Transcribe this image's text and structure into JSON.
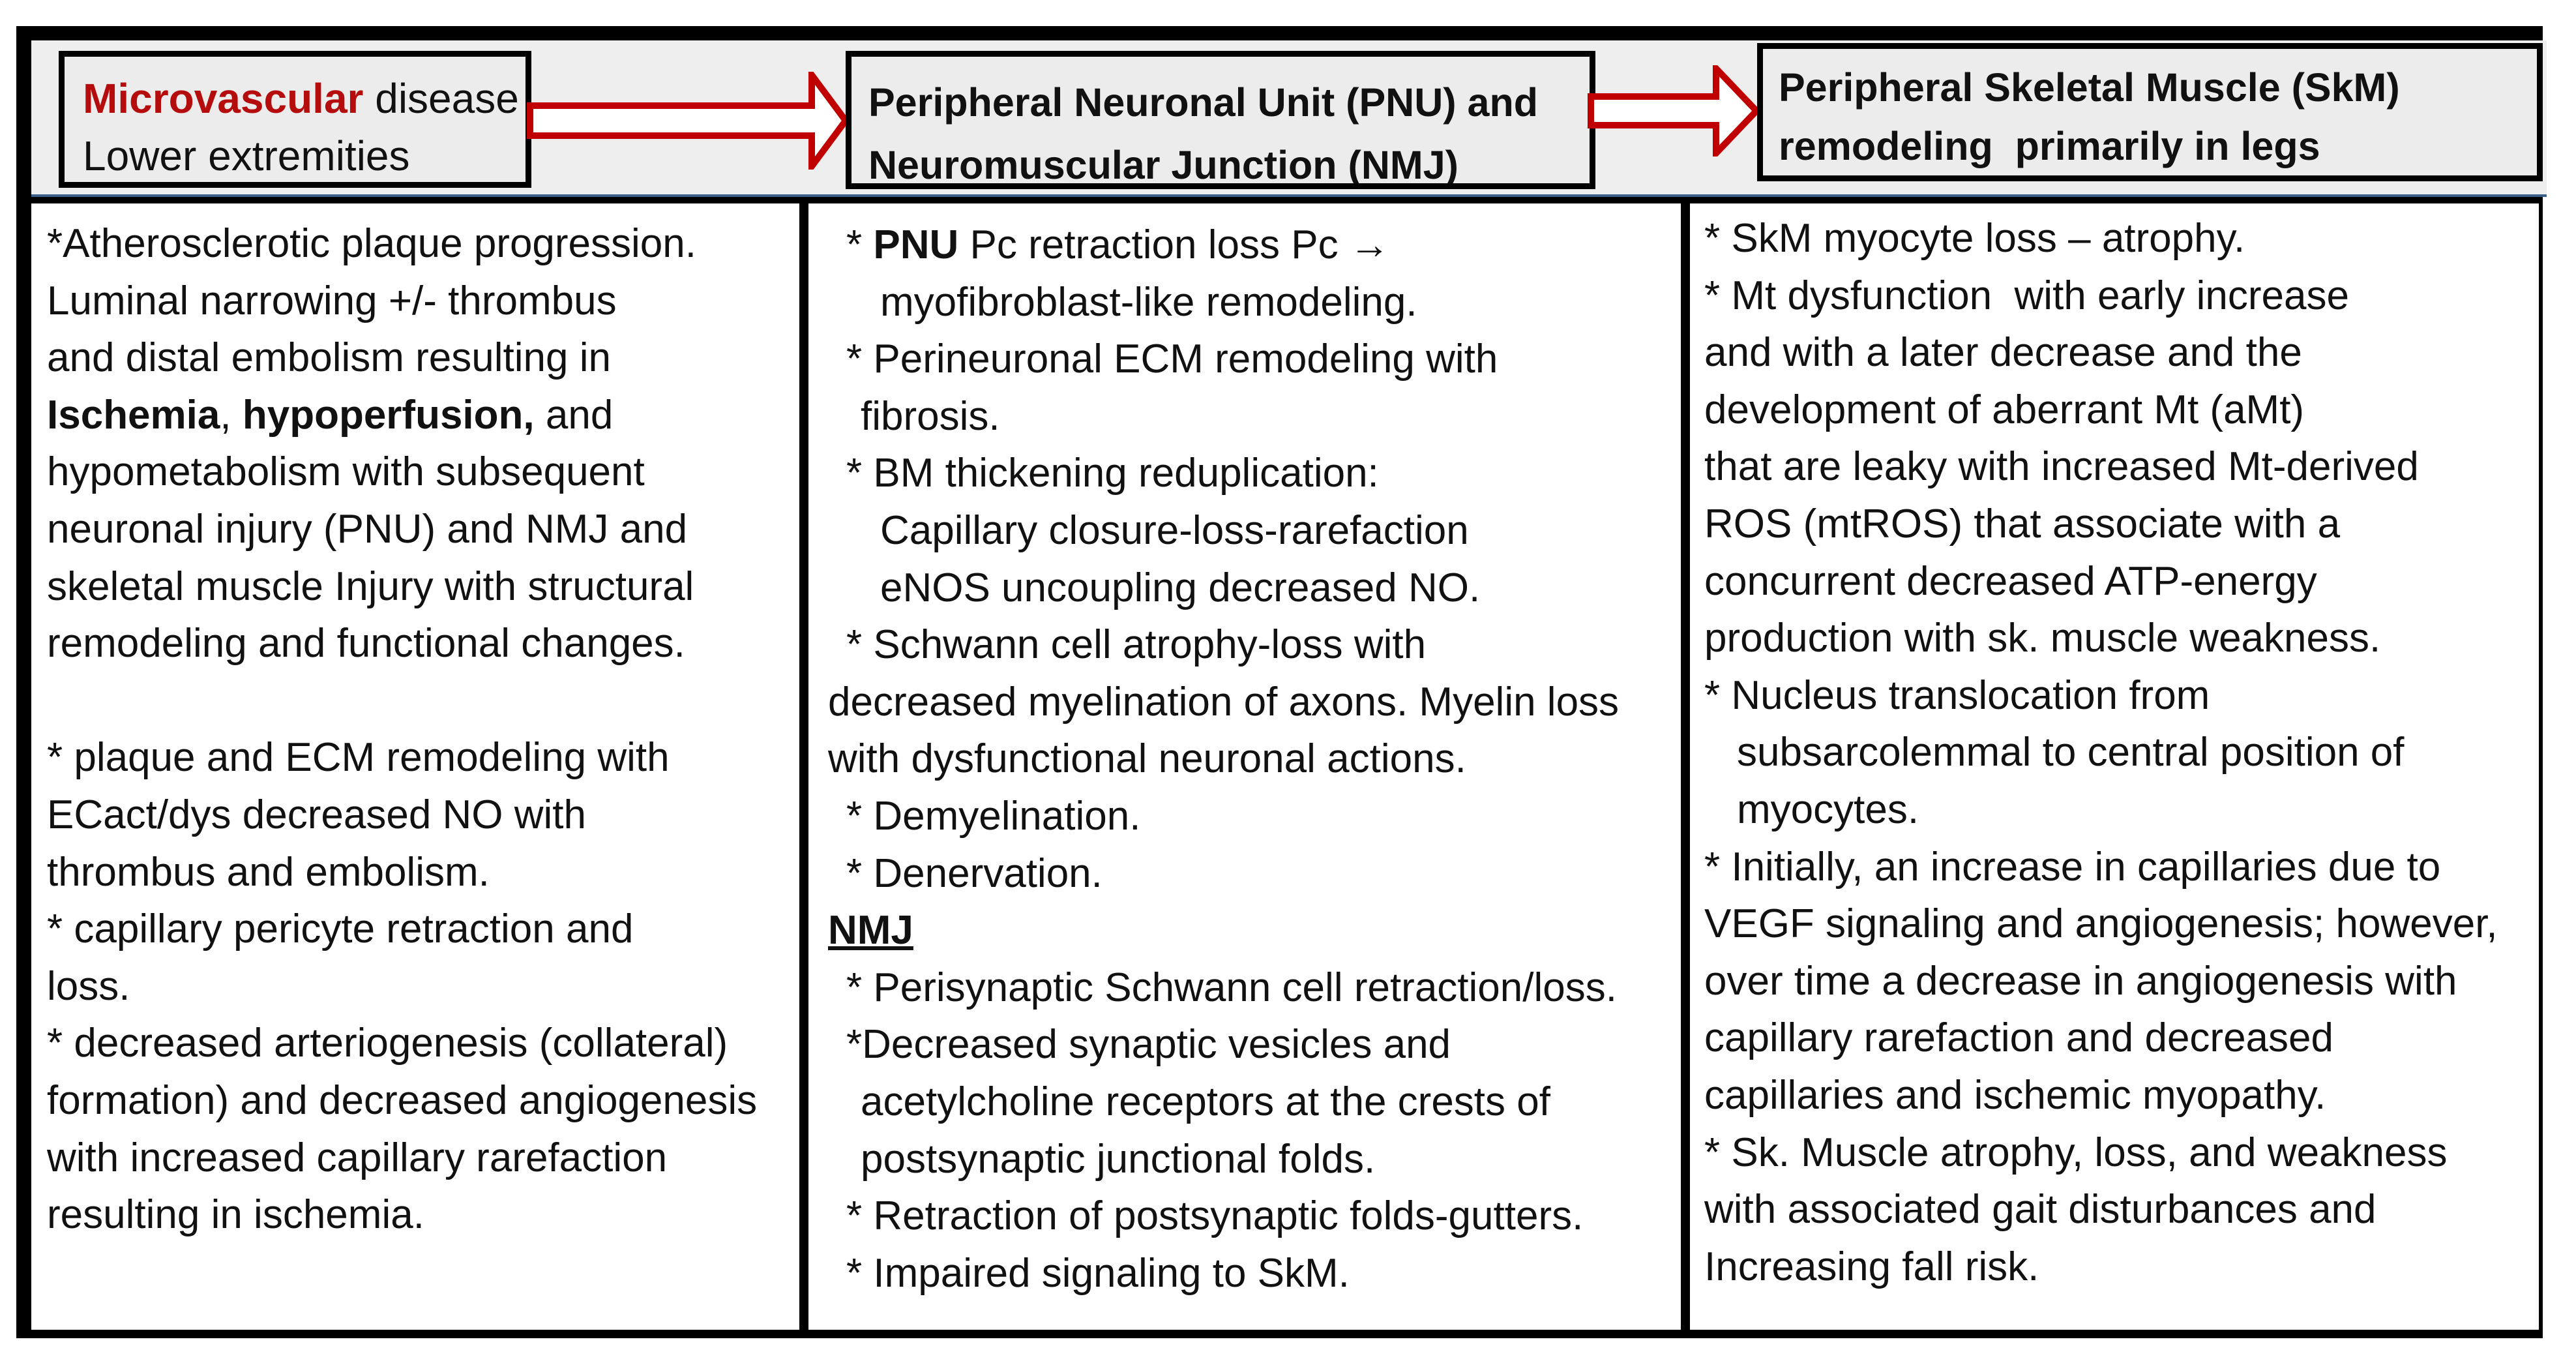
{
  "header": {
    "box1": {
      "red": "Microvascular",
      "rest": " disease",
      "line2": "Lower extremities"
    },
    "box2": {
      "line1": "Peripheral Neuronal Unit (PNU) and",
      "line2": "Neuromuscular Junction (NMJ)"
    },
    "box3": {
      "line1": "Peripheral Skeletal Muscle (SkM)",
      "line2": "remodeling  primarily in legs"
    },
    "arrow_color": "#c00000"
  },
  "col1": {
    "l1": "*Atherosclerotic plaque progression.",
    "l2": "Luminal narrowing +/- thrombus",
    "l3": "and distal embolism resulting in",
    "l4_b1": "Ischemia",
    "l4_t1": ", ",
    "l4_b2": "hypoperfusion,",
    "l4_t2": " and",
    "l5": "hypometabolism with subsequent",
    "l6": "neuronal injury (PNU) and NMJ and",
    "l7": "skeletal muscle Injury with structural",
    "l8": "remodeling and functional changes.",
    "l9": "* plaque and ECM remodeling with",
    "l10": "ECact/dys decreased NO with",
    "l11": "thrombus and embolism.",
    "l12": "* capillary pericyte retraction and",
    "l13": "loss.",
    "l14": "* decreased arteriogenesis (collateral)",
    "l15": "formation) and decreased angiogenesis",
    "l16": "with increased capillary rarefaction",
    "l17": "resulting in ischemia."
  },
  "col2": {
    "l1_pre": "* ",
    "l1_b": "PNU",
    "l1_post": " Pc retraction loss Pc →",
    "l2": "myofibroblast-like remodeling.",
    "l3": "* Perineuronal ECM remodeling with",
    "l4": "fibrosis.",
    "l5": "* BM thickening reduplication:",
    "l6": "Capillary closure-loss-rarefaction",
    "l7": "eNOS uncoupling decreased NO.",
    "l8": "* Schwann cell atrophy-loss with",
    "l9": "decreased myelination of axons. Myelin loss",
    "l10": "with dysfunctional neuronal actions.",
    "l11": "* Demyelination.",
    "l12": "* Denervation.",
    "l13": "NMJ",
    "l14": "* Perisynaptic Schwann cell retraction/loss.",
    "l15": "*Decreased synaptic vesicles and",
    "l16": "acetylcholine receptors at the crests of",
    "l17": "postsynaptic junctional folds.",
    "l18": "* Retraction of postsynaptic folds-gutters.",
    "l19": "* Impaired signaling to SkM."
  },
  "col3": {
    "l1": "* SkM myocyte loss – atrophy.",
    "l2": "* Mt dysfunction  with early increase",
    "l3": "and with a later decrease and the",
    "l4": "development of aberrant Mt (aMt)",
    "l5": "that are leaky with increased Mt-derived",
    "l6": "ROS (mtROS) that associate with a",
    "l7": "concurrent decreased ATP-energy",
    "l8": "production with sk. muscle weakness.",
    "l9": "* Nucleus translocation from",
    "l10": "subsarcolemmal to central position of",
    "l11": "myocytes.",
    "l12": "* Initially, an increase in capillaries due to",
    "l13": "VEGF signaling and angiogenesis; however,",
    "l14": "over time a decrease in angiogenesis with",
    "l15": "capillary rarefaction and decreased",
    "l16": "capillaries and ischemic myopathy.",
    "l17": "* Sk. Muscle atrophy, loss, and weakness",
    "l18": "with associated gait disturbances and",
    "l19": "Increasing fall risk."
  }
}
